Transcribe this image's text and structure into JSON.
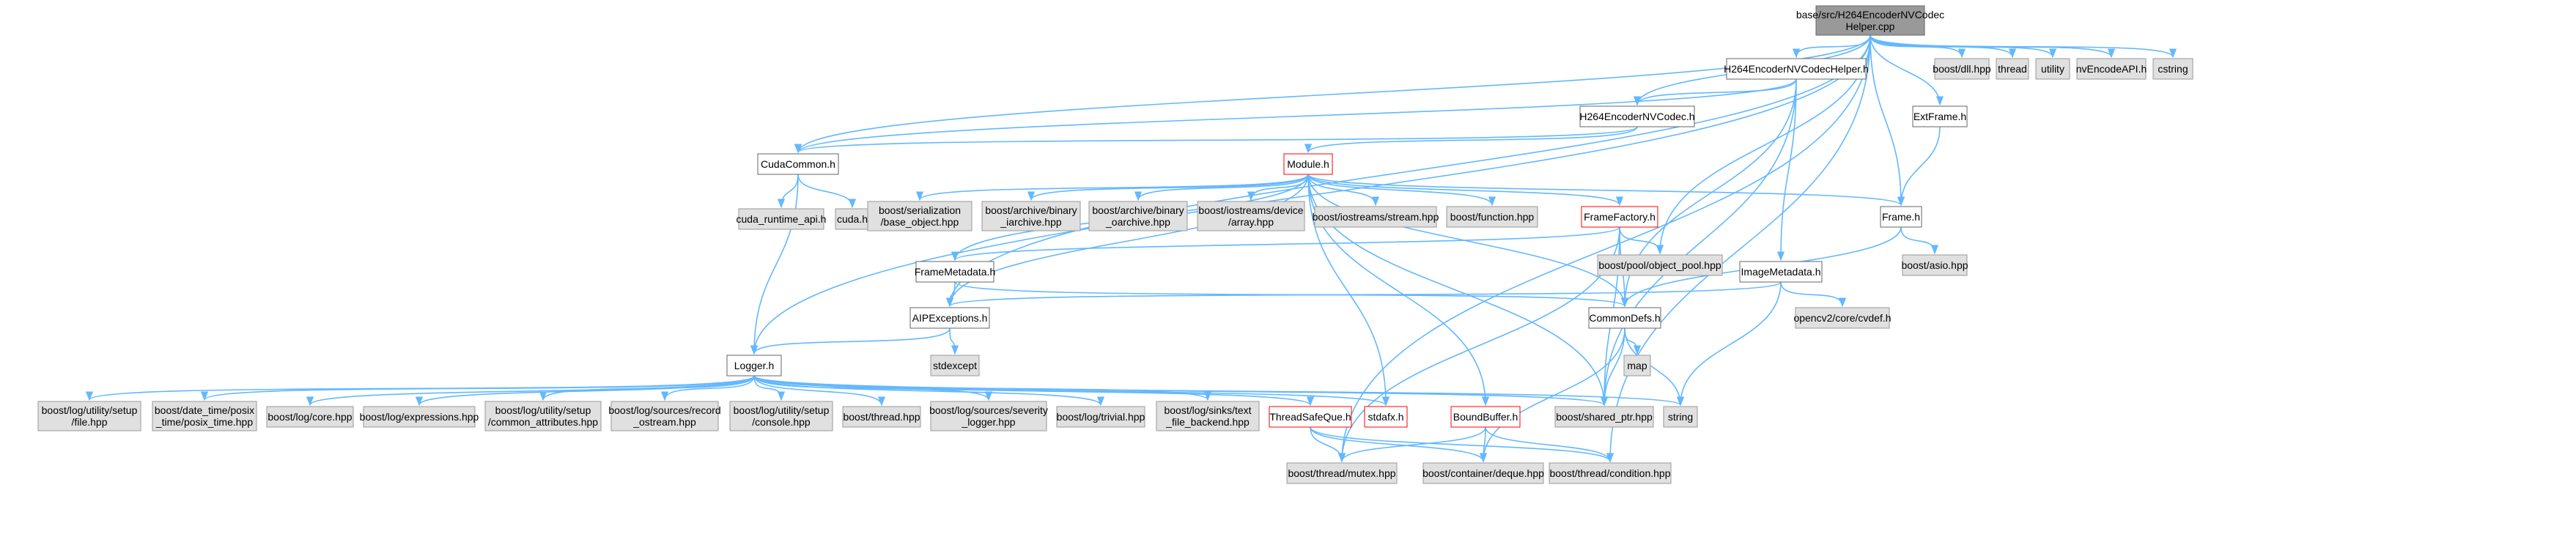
{
  "diagram": {
    "title": "base/src/H264EncoderNVCodecHelper.cpp",
    "styles": {
      "root": {
        "fill": "#999999",
        "stroke": "#666666",
        "text": "#000000"
      },
      "local": {
        "fill": "#ffffff",
        "stroke": "#666666",
        "text": "#000000"
      },
      "external": {
        "fill": "#e0e0e0",
        "stroke": "#999999",
        "text": "#3f3f3f"
      },
      "truncated": {
        "fill": "#ffffff",
        "stroke": "#ff0000",
        "text": "#000000"
      },
      "edge": "#63b8ff"
    },
    "nodes": [
      {
        "id": "root",
        "lines": [
          "base/src/H264EncoderNVCodec",
          "Helper.cpp"
        ],
        "style": "root"
      },
      {
        "id": "helper_h",
        "lines": [
          "H264EncoderNVCodecHelper.h"
        ],
        "style": "local"
      },
      {
        "id": "dll",
        "lines": [
          "boost/dll.hpp"
        ],
        "style": "external"
      },
      {
        "id": "thread",
        "lines": [
          "thread"
        ],
        "style": "external"
      },
      {
        "id": "utility",
        "lines": [
          "utility"
        ],
        "style": "external"
      },
      {
        "id": "nvencode",
        "lines": [
          "nvEncodeAPI.h"
        ],
        "style": "external"
      },
      {
        "id": "cstring",
        "lines": [
          "cstring"
        ],
        "style": "external"
      },
      {
        "id": "nvcodec_h",
        "lines": [
          "H264EncoderNVCodec.h"
        ],
        "style": "local"
      },
      {
        "id": "extframe",
        "lines": [
          "ExtFrame.h"
        ],
        "style": "local"
      },
      {
        "id": "cudacommon",
        "lines": [
          "CudaCommon.h"
        ],
        "style": "local"
      },
      {
        "id": "module",
        "lines": [
          "Module.h"
        ],
        "style": "truncated"
      },
      {
        "id": "frame",
        "lines": [
          "Frame.h"
        ],
        "style": "local"
      },
      {
        "id": "cuda_runtime",
        "lines": [
          "cuda_runtime_api.h"
        ],
        "style": "external"
      },
      {
        "id": "cuda_h",
        "lines": [
          "cuda.h"
        ],
        "style": "external"
      },
      {
        "id": "ser_base",
        "lines": [
          "boost/serialization",
          "/base_object.hpp"
        ],
        "style": "external"
      },
      {
        "id": "arch_bin_i",
        "lines": [
          "boost/archive/binary",
          "_iarchive.hpp"
        ],
        "style": "external"
      },
      {
        "id": "arch_bin_o",
        "lines": [
          "boost/archive/binary",
          "_oarchive.hpp"
        ],
        "style": "external"
      },
      {
        "id": "ios_dev_arr",
        "lines": [
          "boost/iostreams/device",
          "/array.hpp"
        ],
        "style": "external"
      },
      {
        "id": "ios_stream",
        "lines": [
          "boost/iostreams/stream.hpp"
        ],
        "style": "external"
      },
      {
        "id": "function_hpp",
        "lines": [
          "boost/function.hpp"
        ],
        "style": "external"
      },
      {
        "id": "framefactory",
        "lines": [
          "FrameFactory.h"
        ],
        "style": "truncated"
      },
      {
        "id": "pool",
        "lines": [
          "boost/pool/object_pool.hpp"
        ],
        "style": "external"
      },
      {
        "id": "asio",
        "lines": [
          "boost/asio.hpp"
        ],
        "style": "external"
      },
      {
        "id": "framemeta",
        "lines": [
          "FrameMetadata.h"
        ],
        "style": "local"
      },
      {
        "id": "imagemeta",
        "lines": [
          "ImageMetadata.h"
        ],
        "style": "local"
      },
      {
        "id": "aipexc",
        "lines": [
          "AIPExceptions.h"
        ],
        "style": "local"
      },
      {
        "id": "commondefs",
        "lines": [
          "CommonDefs.h"
        ],
        "style": "local"
      },
      {
        "id": "opencv",
        "lines": [
          "opencv2/core/cvdef.h"
        ],
        "style": "external"
      },
      {
        "id": "stdexcept",
        "lines": [
          "stdexcept"
        ],
        "style": "external"
      },
      {
        "id": "map",
        "lines": [
          "map"
        ],
        "style": "external"
      },
      {
        "id": "logger",
        "lines": [
          "Logger.h"
        ],
        "style": "local"
      },
      {
        "id": "log_file",
        "lines": [
          "boost/log/utility/setup",
          "/file.hpp"
        ],
        "style": "external"
      },
      {
        "id": "posix_time",
        "lines": [
          "boost/date_time/posix",
          "_time/posix_time.hpp"
        ],
        "style": "external"
      },
      {
        "id": "log_core",
        "lines": [
          "boost/log/core.hpp"
        ],
        "style": "external"
      },
      {
        "id": "log_expr",
        "lines": [
          "boost/log/expressions.hpp"
        ],
        "style": "external"
      },
      {
        "id": "log_common",
        "lines": [
          "boost/log/utility/setup",
          "/common_attributes.hpp"
        ],
        "style": "external"
      },
      {
        "id": "log_record",
        "lines": [
          "boost/log/sources/record",
          "_ostream.hpp"
        ],
        "style": "external"
      },
      {
        "id": "log_console",
        "lines": [
          "boost/log/utility/setup",
          "/console.hpp"
        ],
        "style": "external"
      },
      {
        "id": "thread_hpp",
        "lines": [
          "boost/thread.hpp"
        ],
        "style": "external"
      },
      {
        "id": "log_severity",
        "lines": [
          "boost/log/sources/severity",
          "_logger.hpp"
        ],
        "style": "external"
      },
      {
        "id": "log_trivial",
        "lines": [
          "boost/log/trivial.hpp"
        ],
        "style": "external"
      },
      {
        "id": "log_sinks",
        "lines": [
          "boost/log/sinks/text",
          "_file_backend.hpp"
        ],
        "style": "external"
      },
      {
        "id": "tsq",
        "lines": [
          "ThreadSafeQue.h"
        ],
        "style": "truncated"
      },
      {
        "id": "stdafx",
        "lines": [
          "stdafx.h"
        ],
        "style": "truncated"
      },
      {
        "id": "boundbuffer",
        "lines": [
          "BoundBuffer.h"
        ],
        "style": "truncated"
      },
      {
        "id": "shared_ptr",
        "lines": [
          "boost/shared_ptr.hpp"
        ],
        "style": "external"
      },
      {
        "id": "string",
        "lines": [
          "string"
        ],
        "style": "external"
      },
      {
        "id": "mutex",
        "lines": [
          "boost/thread/mutex.hpp"
        ],
        "style": "external"
      },
      {
        "id": "deque",
        "lines": [
          "boost/container/deque.hpp"
        ],
        "style": "external"
      },
      {
        "id": "condition",
        "lines": [
          "boost/thread/condition.hpp"
        ],
        "style": "external"
      }
    ],
    "edges": [
      [
        "root",
        "helper_h"
      ],
      [
        "root",
        "dll"
      ],
      [
        "root",
        "thread"
      ],
      [
        "root",
        "utility"
      ],
      [
        "root",
        "nvencode"
      ],
      [
        "root",
        "cstring"
      ],
      [
        "root",
        "nvcodec_h"
      ],
      [
        "root",
        "extframe"
      ],
      [
        "root",
        "cudacommon"
      ],
      [
        "root",
        "frame"
      ],
      [
        "root",
        "logger"
      ],
      [
        "root",
        "aipexc"
      ],
      [
        "root",
        "pool"
      ],
      [
        "root",
        "mutex"
      ],
      [
        "root",
        "condition"
      ],
      [
        "helper_h",
        "nvcodec_h"
      ],
      [
        "helper_h",
        "cudacommon"
      ],
      [
        "helper_h",
        "imagemeta"
      ],
      [
        "helper_h",
        "commondefs"
      ],
      [
        "helper_h",
        "shared_ptr"
      ],
      [
        "nvcodec_h",
        "module"
      ],
      [
        "nvcodec_h",
        "cudacommon"
      ],
      [
        "extframe",
        "frame"
      ],
      [
        "cudacommon",
        "cuda_runtime"
      ],
      [
        "cudacommon",
        "cuda_h"
      ],
      [
        "cudacommon",
        "logger"
      ],
      [
        "module",
        "ser_base"
      ],
      [
        "module",
        "arch_bin_i"
      ],
      [
        "module",
        "arch_bin_o"
      ],
      [
        "module",
        "ios_dev_arr"
      ],
      [
        "module",
        "ios_stream"
      ],
      [
        "module",
        "function_hpp"
      ],
      [
        "module",
        "framefactory"
      ],
      [
        "module",
        "frame"
      ],
      [
        "module",
        "framemeta"
      ],
      [
        "module",
        "commondefs"
      ],
      [
        "module",
        "shared_ptr"
      ],
      [
        "module",
        "stdafx"
      ],
      [
        "module",
        "boundbuffer"
      ],
      [
        "module",
        "aipexc"
      ],
      [
        "framefactory",
        "pool"
      ],
      [
        "framefactory",
        "framemeta"
      ],
      [
        "framefactory",
        "commondefs"
      ],
      [
        "framefactory",
        "shared_ptr"
      ],
      [
        "framefactory",
        "mutex"
      ],
      [
        "frame",
        "asio"
      ],
      [
        "frame",
        "commondefs"
      ],
      [
        "framemeta",
        "aipexc"
      ],
      [
        "framemeta",
        "commondefs"
      ],
      [
        "imagemeta",
        "opencv"
      ],
      [
        "imagemeta",
        "string"
      ],
      [
        "imagemeta",
        "aipexc"
      ],
      [
        "aipexc",
        "stdexcept"
      ],
      [
        "aipexc",
        "logger"
      ],
      [
        "commondefs",
        "map"
      ],
      [
        "commondefs",
        "string"
      ],
      [
        "commondefs",
        "shared_ptr"
      ],
      [
        "commondefs",
        "deque"
      ],
      [
        "logger",
        "log_file"
      ],
      [
        "logger",
        "posix_time"
      ],
      [
        "logger",
        "log_core"
      ],
      [
        "logger",
        "log_expr"
      ],
      [
        "logger",
        "log_common"
      ],
      [
        "logger",
        "log_record"
      ],
      [
        "logger",
        "log_console"
      ],
      [
        "logger",
        "thread_hpp"
      ],
      [
        "logger",
        "log_severity"
      ],
      [
        "logger",
        "log_trivial"
      ],
      [
        "logger",
        "log_sinks"
      ],
      [
        "logger",
        "tsq"
      ],
      [
        "logger",
        "stdafx"
      ],
      [
        "logger",
        "shared_ptr"
      ],
      [
        "logger",
        "string"
      ],
      [
        "tsq",
        "mutex"
      ],
      [
        "tsq",
        "deque"
      ],
      [
        "tsq",
        "condition"
      ],
      [
        "boundbuffer",
        "mutex"
      ],
      [
        "boundbuffer",
        "condition"
      ],
      [
        "boundbuffer",
        "deque"
      ]
    ]
  }
}
